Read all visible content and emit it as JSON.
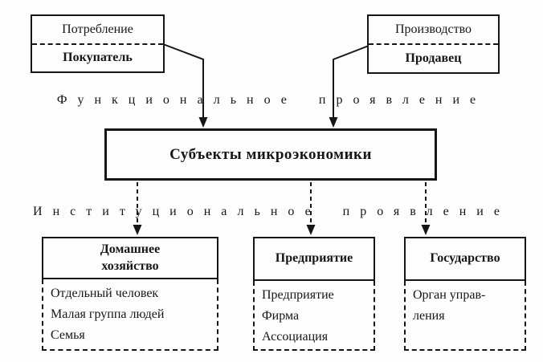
{
  "diagram": {
    "top_left_box": {
      "upper": "Потребление",
      "lower": "Покупатель"
    },
    "top_right_box": {
      "upper": "Производство",
      "lower": "Продавец"
    },
    "functional_label": "Функциональное проявление",
    "center_box": "Субъекты микроэкономики",
    "institutional_label": "Институциональное проявление",
    "columns": [
      {
        "title_lines": [
          "Домашнее",
          "хозяйство"
        ],
        "items": [
          "Отдельный человек",
          "Малая группа людей",
          "Семья"
        ]
      },
      {
        "title_lines": [
          "Предприятие"
        ],
        "items": [
          "Предприятие",
          "Фирма",
          "Ассоциация"
        ]
      },
      {
        "title_lines": [
          "Государство"
        ],
        "items": [
          "Орган управ-",
          "ления"
        ]
      }
    ]
  },
  "colors": {
    "ink": "#161616",
    "background": "#fdfdfd"
  }
}
